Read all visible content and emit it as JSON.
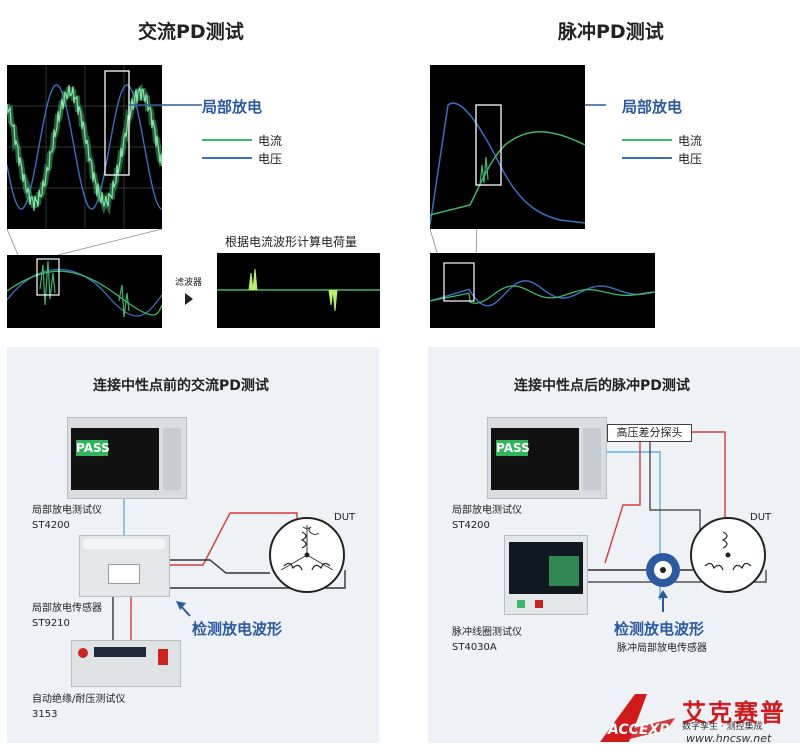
{
  "top_left": {
    "title": "交流PD测试",
    "label_pd": "局部放电",
    "legend_current": "电流",
    "legend_voltage": "电压",
    "filter_label": "滤波器",
    "calc_label": "根据电流波形计算电荷量"
  },
  "top_right": {
    "title": "脉冲PD测试",
    "label_pd": "局部放电",
    "legend_current": "电流",
    "legend_voltage": "电压"
  },
  "bottom_left": {
    "title": "连接中性点前的交流PD测试",
    "pass_text": "PASS",
    "device1_name": "局部放电测试仪",
    "device1_model": "ST4200",
    "device2_name": "局部放电传感器",
    "device2_model": "ST9210",
    "device3_name": "自动绝缘/耐压测试仪",
    "device3_model": "3153",
    "dut": "DUT",
    "detect": "检测放电波形"
  },
  "bottom_right": {
    "title": "连接中性点后的脉冲PD测试",
    "pass_text": "PASS",
    "probe": "高压差分探头",
    "device1_name": "局部放电测试仪",
    "device1_model": "ST4200",
    "device2_name": "脉冲线圈测试仪",
    "device2_model": "ST4030A",
    "dut": "DUT",
    "detect": "检测放电波形",
    "sensor": "脉冲局部放电传感器"
  },
  "logo": {
    "main": "艾克赛普",
    "sub": "数字孪生 · 测控集成",
    "url": "www.hncsw.net",
    "mark": "ACCEXP"
  },
  "colors": {
    "current": "#3db86a",
    "voltage": "#3a6fc4",
    "accent_blue": "#2c5aa0",
    "wire_red": "#d83a3a",
    "wire_cyan": "#5ab4e0"
  }
}
